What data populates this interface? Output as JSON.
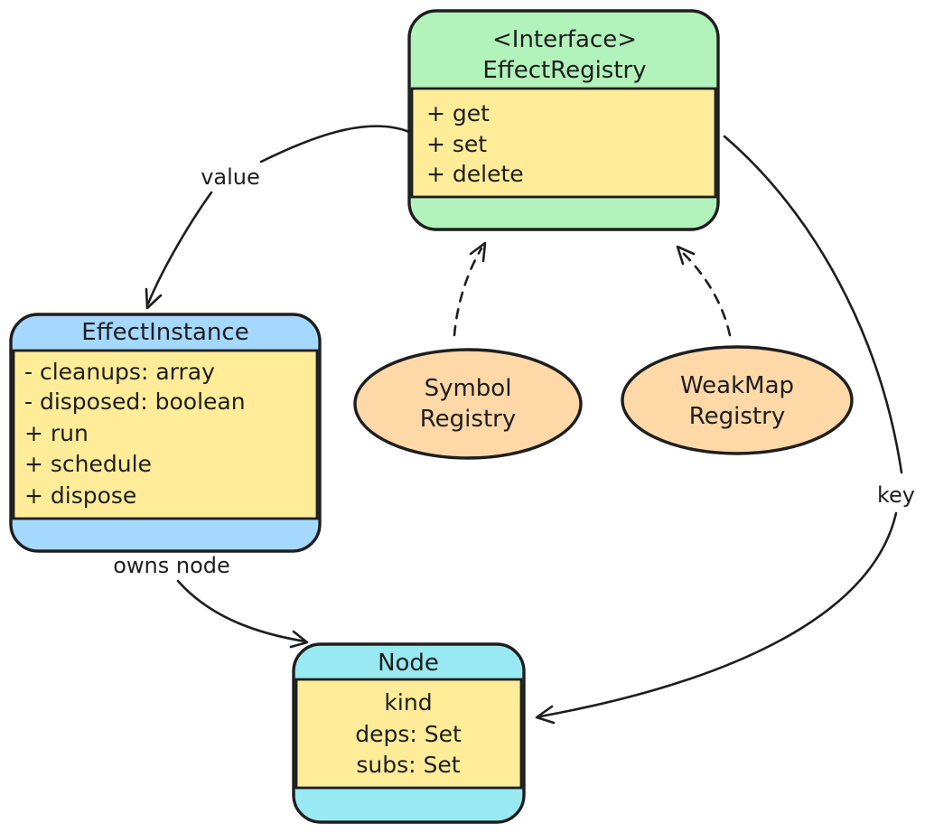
{
  "colors": {
    "stroke": "#1e1e1e",
    "text": "#1e1e1e",
    "green_header": "#b2f2bb",
    "yellow_body": "#ffec99",
    "blue_header": "#a5d8ff",
    "cyan_header": "#99e9f2",
    "orange_ellipse": "#ffd8a8",
    "background": "#ffffff"
  },
  "interface_box": {
    "stereotype": "<Interface>",
    "name": "EffectRegistry",
    "methods": [
      "+ get",
      "+ set",
      "+ delete"
    ]
  },
  "effect_instance_box": {
    "name": "EffectInstance",
    "members": [
      "- cleanups: array",
      "- disposed: boolean",
      "+ run",
      "+ schedule",
      "+ dispose"
    ]
  },
  "node_box": {
    "name": "Node",
    "members": [
      "kind",
      "deps: Set",
      "subs: Set"
    ]
  },
  "ellipses": {
    "symbol": {
      "lines": [
        "Symbol",
        "Registry"
      ]
    },
    "weakmap": {
      "lines": [
        "WeakMap",
        "Registry"
      ]
    }
  },
  "edge_labels": {
    "value": "value",
    "owns_node": "owns node",
    "key": "key"
  }
}
